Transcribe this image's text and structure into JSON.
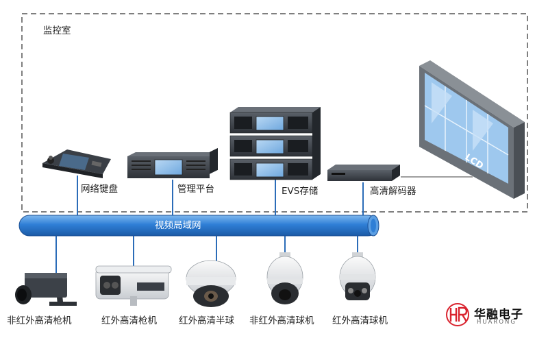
{
  "room": {
    "label": "监控室"
  },
  "lan": {
    "label": "视频局域网"
  },
  "devices": {
    "keyboard": "网络键盘",
    "platform": "管理平台",
    "evs": "EVS存储",
    "decoder": "高清解码器",
    "lcd": "LCD"
  },
  "cameras": [
    "非红外高清枪机",
    "红外高清枪机",
    "红外高清半球",
    "非红外高清球机",
    "红外高清球机"
  ],
  "brand": {
    "name": "华融电子",
    "en": "HUARONG",
    "mark": "HR",
    "color": "#d9232e"
  },
  "colors": {
    "lan_pipe": "#2f7fd6",
    "line": "#2b6cb8",
    "dash_border": "#555555"
  }
}
